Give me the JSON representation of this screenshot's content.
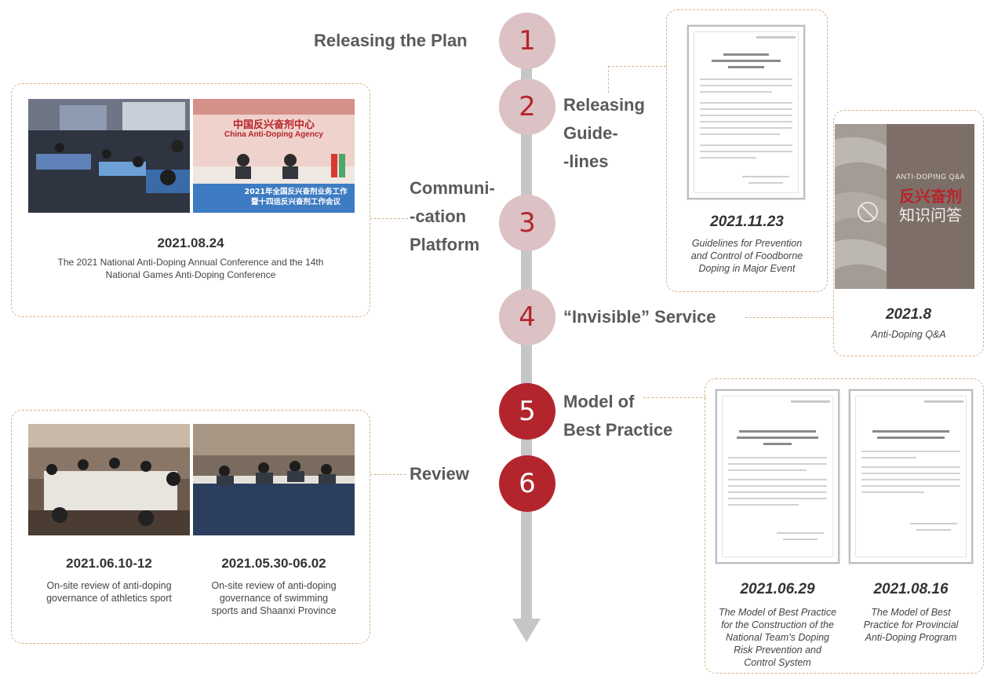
{
  "steps": [
    {
      "number": "1",
      "label": "Releasing the Plan"
    },
    {
      "number": "2",
      "label_lines": [
        "Releasing",
        "Guide-",
        "-lines"
      ]
    },
    {
      "number": "3",
      "label_lines": [
        "Communi-",
        "-cation",
        "Platform"
      ]
    },
    {
      "number": "4",
      "label": "“Invisible” Service"
    },
    {
      "number": "5",
      "label_lines": [
        "Model of",
        "Best Practice"
      ]
    },
    {
      "number": "6",
      "label": "Review"
    }
  ],
  "communication": {
    "date": "2021.08.24",
    "caption_line1": "The 2021 National Anti-Doping Annual Conference and the 14th",
    "caption_line2": "National Games Anti-Doping Conference",
    "photo2_sign_cn": "中国反兴奋剂中心",
    "photo2_sign_en": "China Anti-Doping Agency",
    "photo2_banner_line1": "2021年全国反兴奋剂业务工作",
    "photo2_banner_line2": "暨十四运反兴奋剂工作会议"
  },
  "guidelines": {
    "date": "2021.11.23",
    "caption_lines": [
      "Guidelines for Prevention",
      "and Control of Foodborne",
      "Doping in Major Event"
    ]
  },
  "invisible": {
    "date": "2021.8",
    "caption": "Anti-Doping Q&A",
    "book_en": "ANTI-DOPING Q&A",
    "book_cn_line1": "反兴奋剂",
    "book_cn_line2": "知识问答"
  },
  "best_practice": {
    "items": [
      {
        "date": "2021.06.29",
        "caption_lines": [
          "The Model of Best Practice",
          "for the Construction of the",
          "National Team’s Doping",
          "Risk Prevention and",
          "Control System"
        ]
      },
      {
        "date": "2021.08.16",
        "caption_lines": [
          "The Model of Best",
          "Practice for Provincial",
          "Anti-Doping Program"
        ]
      }
    ]
  },
  "review": {
    "items": [
      {
        "date": "2021.06.10-12",
        "caption_lines": [
          "On-site review of anti-doping",
          "governance of athletics sport"
        ]
      },
      {
        "date": "2021.05.30-06.02",
        "caption_lines": [
          "On-site review of anti-doping",
          "governance of swimming",
          "sports and Shaanxi Province"
        ]
      }
    ]
  },
  "colors": {
    "node_light": "#dcc2c4",
    "node_dark": "#b3252d",
    "dash": "#d9b28a",
    "spine": "#c6c6c6"
  }
}
